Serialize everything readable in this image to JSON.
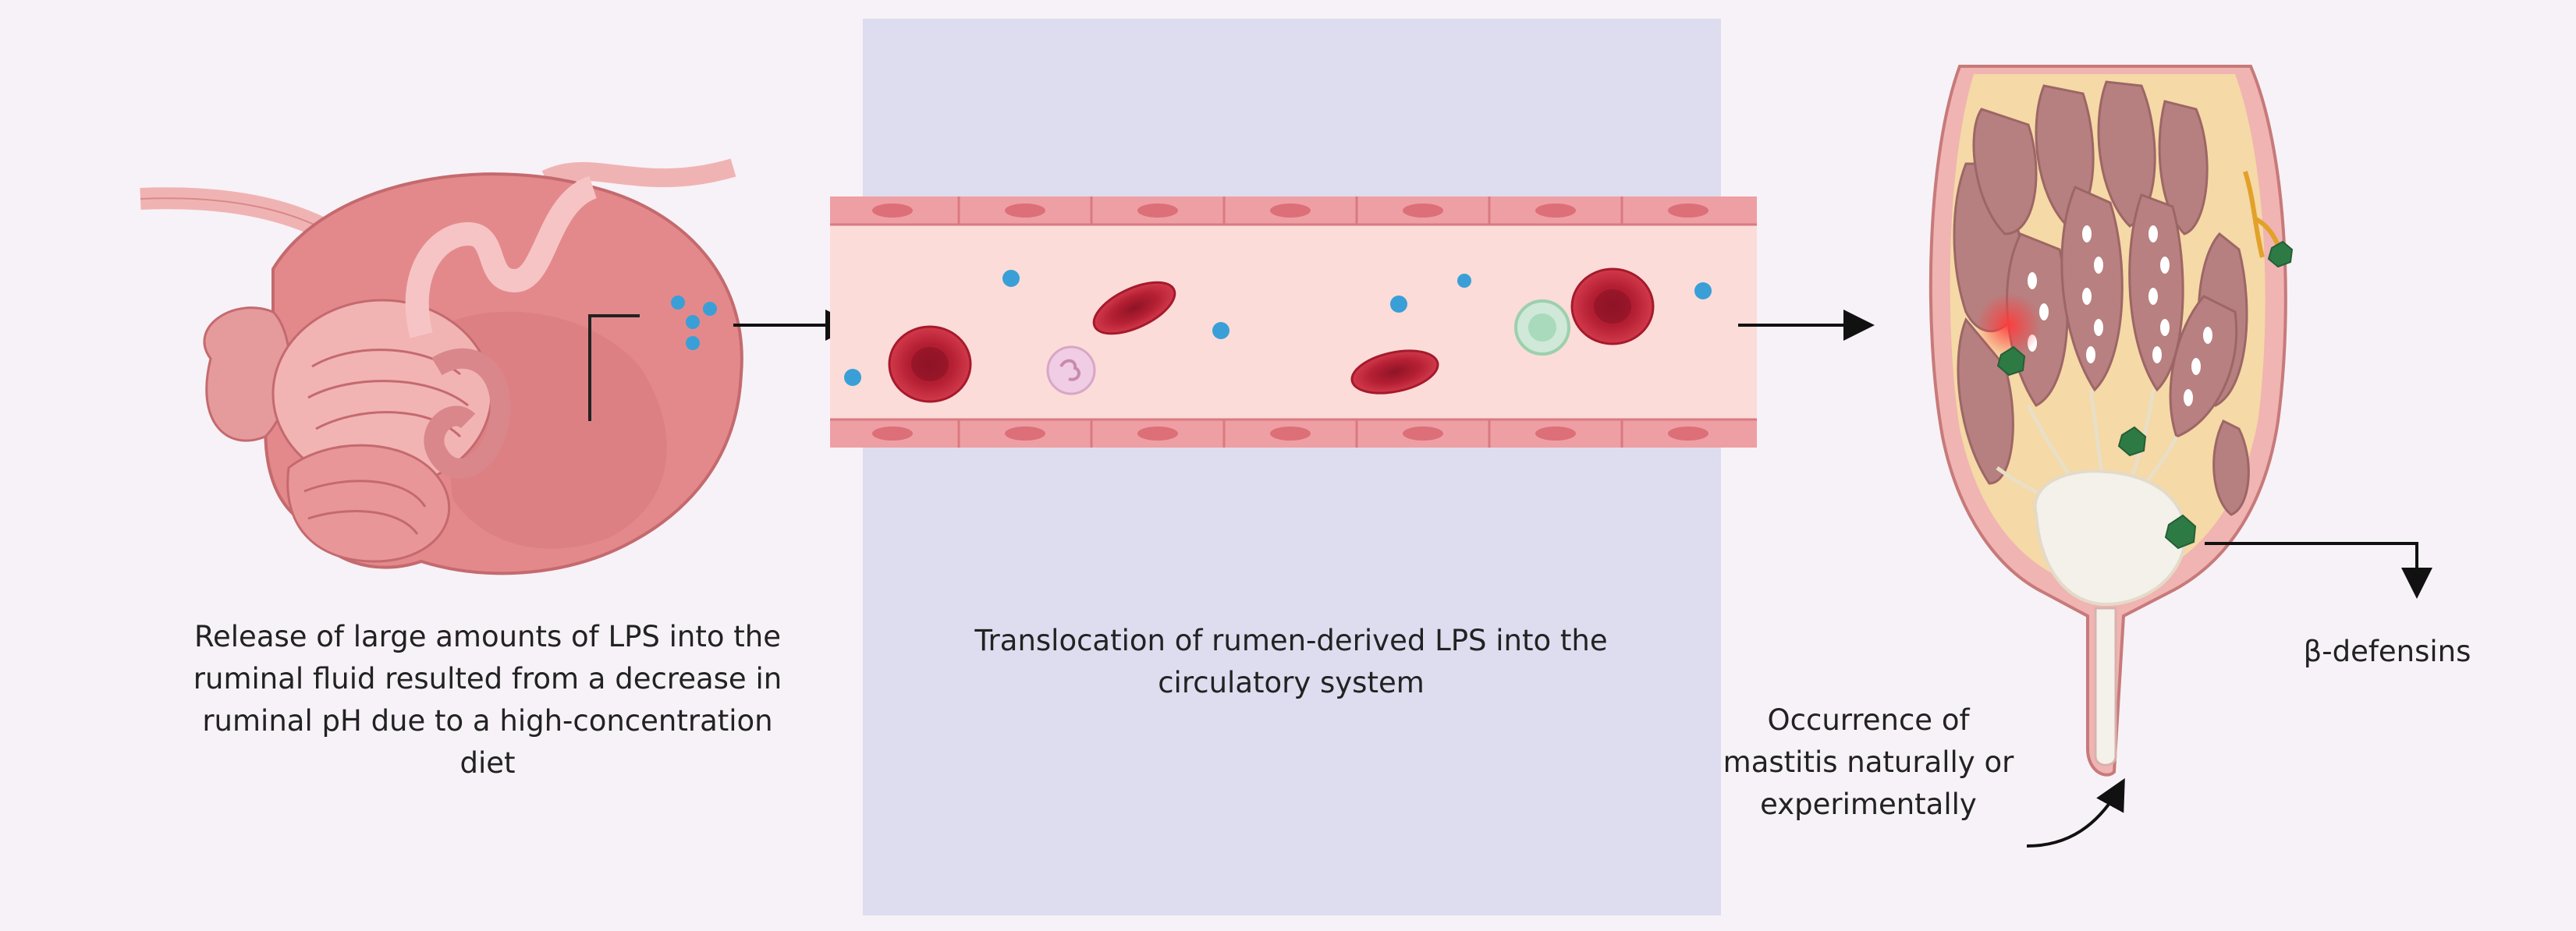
{
  "figure": {
    "rumen_caption": "Release of large amounts of LPS into the ruminal fluid resulted from a decrease in ruminal pH due to a high-concentration diet",
    "circulation_caption": "Translocation of rumen-derived LPS into the circulatory system",
    "mastitis_caption": "Occurrence of mastitis naturally or experimentally",
    "defensins_label": "β-defensins"
  },
  "colors": {
    "background": "#f7f2f7",
    "middle_panel": "#dedcef",
    "vessel_wall": "#ee9fa3",
    "vessel_lumen": "#fbdcd9",
    "red_blood_cell": "#c0283a",
    "lps_particle": "#3a9fd6",
    "mammary_tissue": "#b78080",
    "immune_cell_green": "#2e7a45"
  }
}
